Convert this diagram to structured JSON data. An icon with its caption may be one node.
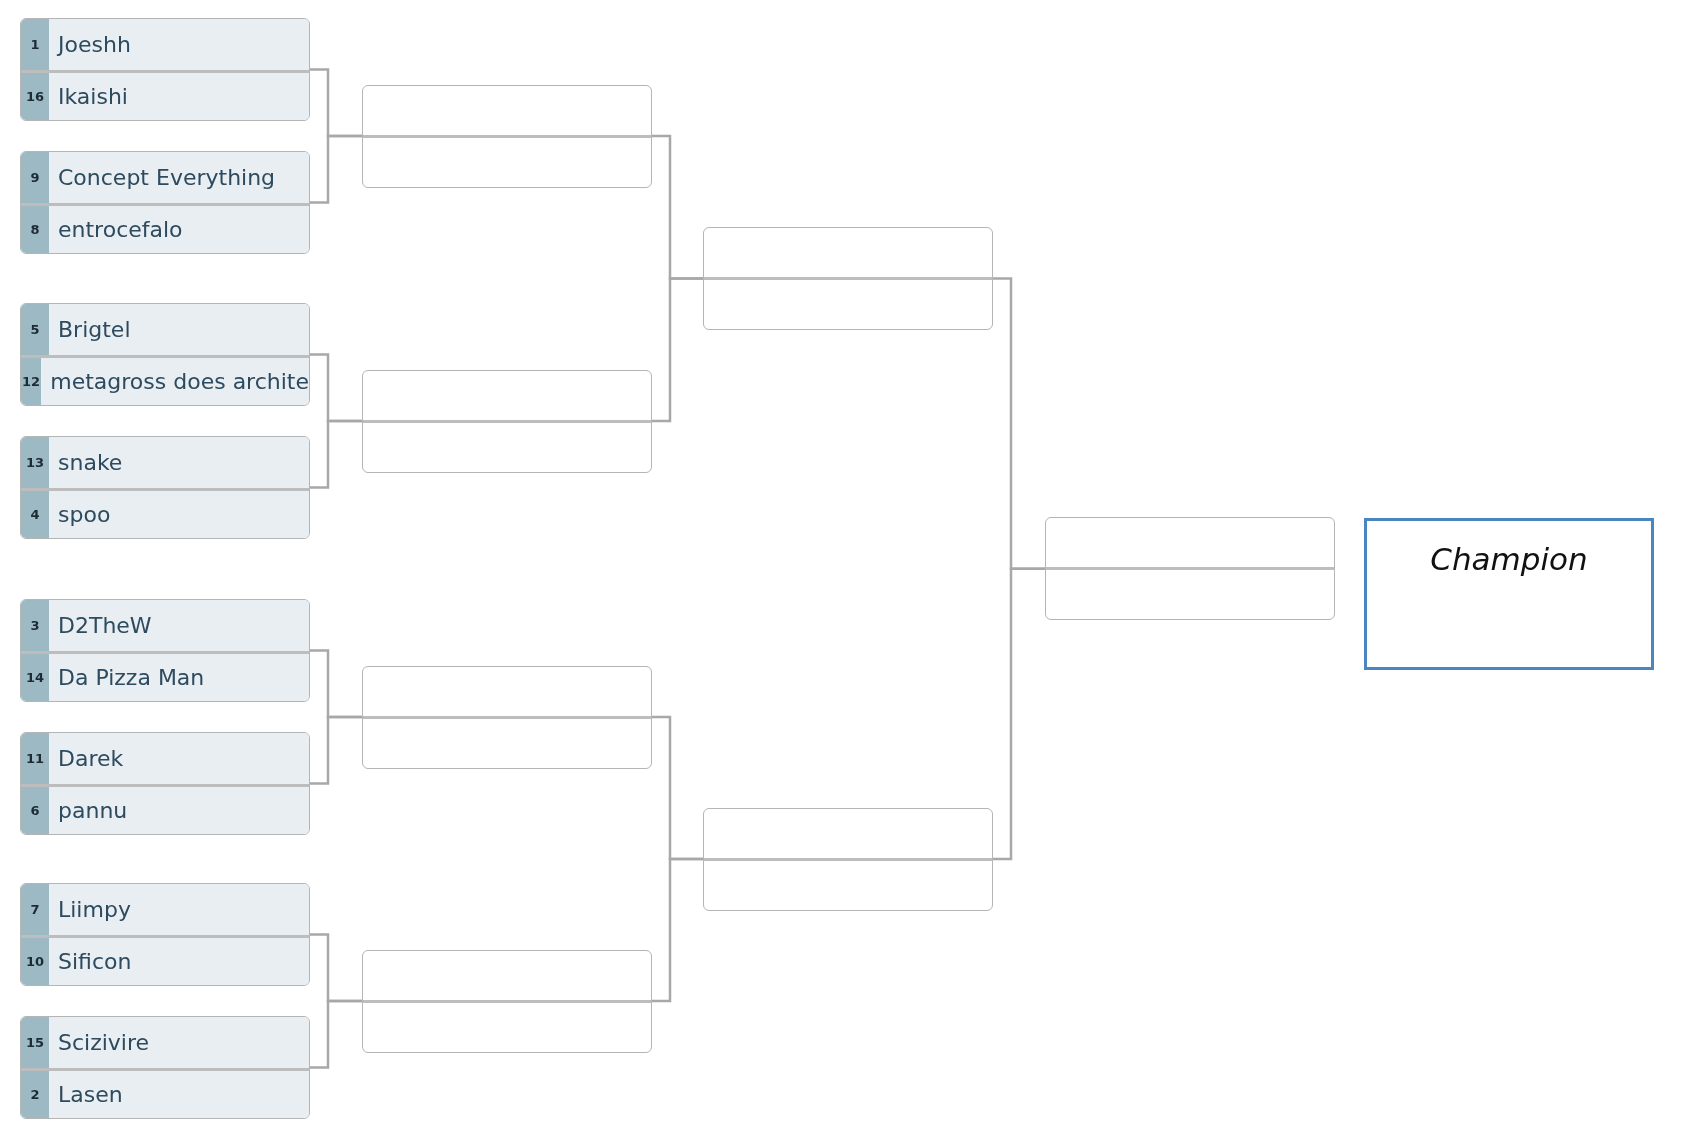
{
  "diagram": {
    "nodes": [
      {
        "text": [],
        "shape": "box"
      },
      {
        "text": [
          "1",
          "Joeshh"
        ],
        "in": 0
      },
      {
        "text": [
          "16",
          "Ikaishi"
        ],
        "in": 0
      },
      {
        "text": [],
        "shape": "box"
      },
      {
        "text": [
          "9",
          "Concept Everything"
        ],
        "in": 3
      },
      {
        "text": [
          "8",
          "entrocefalo"
        ],
        "in": 3
      },
      {
        "text": [],
        "shape": "box"
      },
      {
        "text": [
          "5",
          "Brigtel"
        ],
        "in": 6
      },
      {
        "text": [
          "12",
          "metagross does archite"
        ],
        "in": 6
      },
      {
        "text": [],
        "shape": "box"
      },
      {
        "text": [
          "13",
          "snake"
        ],
        "in": 9
      },
      {
        "text": [
          "4",
          "spoo"
        ],
        "in": 9
      },
      {
        "text": [],
        "shape": "box"
      },
      {
        "text": [
          "3",
          "D2TheW"
        ],
        "in": 12
      },
      {
        "text": [
          "14",
          "Da Pizza Man"
        ],
        "in": 12
      },
      {
        "text": [],
        "shape": "box"
      },
      {
        "text": [
          "11",
          "Darek"
        ],
        "in": 15
      },
      {
        "text": [
          "6",
          "pannu"
        ],
        "in": 15
      },
      {
        "text": [],
        "shape": "box"
      },
      {
        "text": [
          "7",
          "Liimpy"
        ],
        "in": 18
      },
      {
        "text": [
          "10",
          "Sificon"
        ],
        "in": 18
      },
      {
        "text": [],
        "shape": "box"
      },
      {
        "text": [
          "15",
          "Scizivire"
        ],
        "in": 21
      },
      {
        "text": [
          "2",
          "Lasen"
        ],
        "in": 21
      },
      {
        "text": [],
        "shape": "box"
      },
      {
        "text": [],
        "shape": "box"
      },
      {
        "text": [],
        "shape": "box"
      },
      {
        "text": [],
        "shape": "box"
      },
      {
        "text": [],
        "shape": "box"
      },
      {
        "text": [],
        "shape": "box"
      },
      {
        "text": [],
        "shape": "box"
      },
      {
        "text": [
          "Champion"
        ]
      }
    ],
    "edges": [
      {
        "from": 0,
        "to": 24,
        "arrow": "none"
      },
      {
        "from": 3,
        "to": 24,
        "arrow": "none"
      },
      {
        "from": 6,
        "to": 25,
        "arrow": "none"
      },
      {
        "from": 9,
        "to": 25,
        "arrow": "none"
      },
      {
        "from": 12,
        "to": 26,
        "arrow": "none"
      },
      {
        "from": 15,
        "to": 26,
        "arrow": "none"
      },
      {
        "from": 18,
        "to": 27,
        "arrow": "none"
      },
      {
        "from": 21,
        "to": 27,
        "arrow": "none"
      },
      {
        "from": 24,
        "to": 28,
        "arrow": "none"
      },
      {
        "from": 25,
        "to": 28,
        "arrow": "none"
      },
      {
        "from": 26,
        "to": 29,
        "arrow": "none"
      },
      {
        "from": 27,
        "to": 29,
        "arrow": "none"
      },
      {
        "from": 28,
        "to": 30,
        "arrow": "none"
      },
      {
        "from": 29,
        "to": 30,
        "arrow": "none"
      }
    ]
  }
}
